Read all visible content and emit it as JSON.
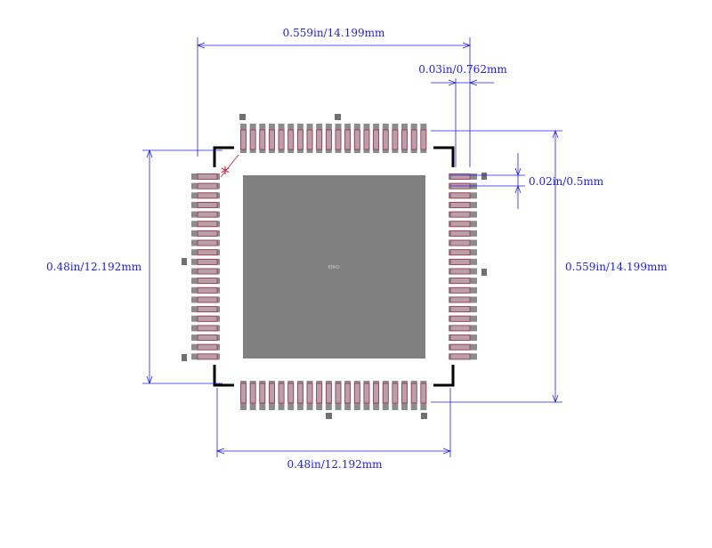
{
  "footprint": {
    "package_pins_per_side": 20,
    "center_label": "EPAD",
    "pin1_marker": "*",
    "colors": {
      "dimension": "#2020e0",
      "pad_copper": "#8c8c8c",
      "pad_outline": "#a02040",
      "epad": "#808080",
      "outline": "#000000"
    }
  },
  "dimensions": {
    "top_width": "0.559in/14.199mm",
    "pin_width": "0.03in/0.762mm",
    "pitch": "0.02in/0.5mm",
    "left_height": "0.48in/12.192mm",
    "right_height": "0.559in/14.199mm",
    "bottom_width": "0.48in/12.192mm"
  }
}
